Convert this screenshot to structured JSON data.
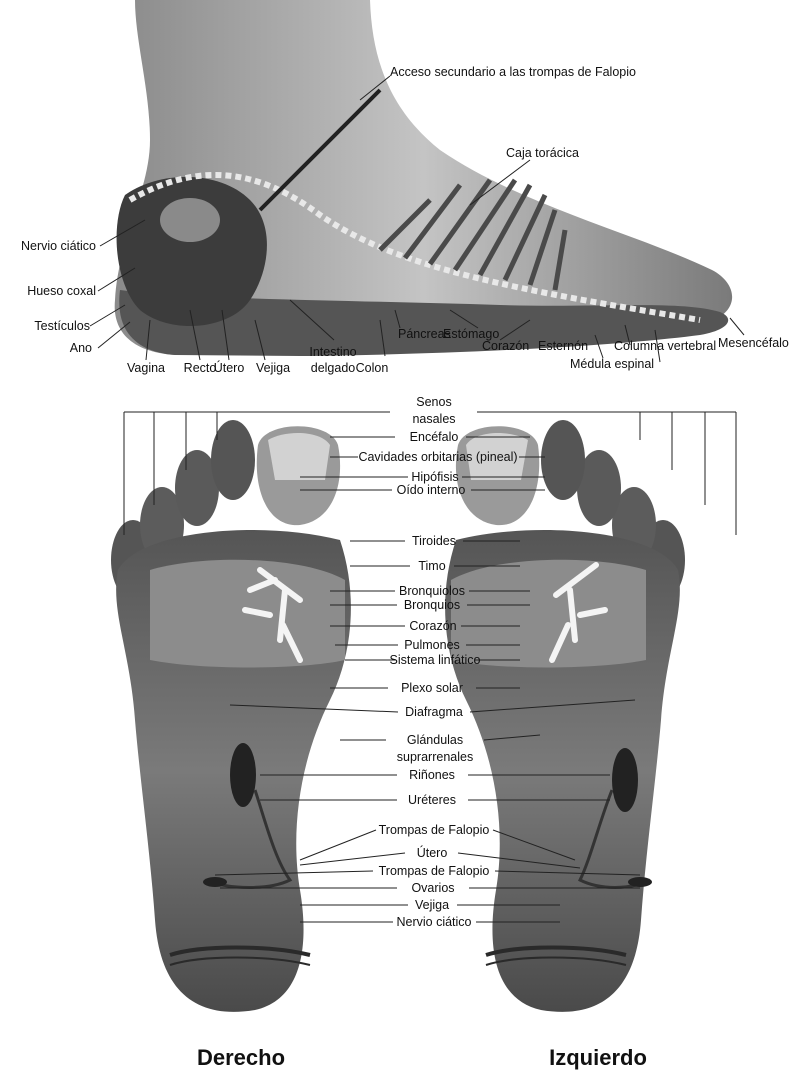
{
  "side_view": {
    "labels": {
      "acceso": "Acceso secundario a las trompas de Falopio",
      "caja": "Caja torácica",
      "nervio": "Nervio ciático",
      "hueso": "Hueso coxal",
      "testiculos": "Testículos",
      "ano": "Ano",
      "vagina": "Vagina",
      "recto": "Recto",
      "utero": "Útero",
      "vejiga": "Vejiga",
      "intestino_1": "Intestino",
      "intestino_2": "delgado",
      "colon": "Colon",
      "pancreas": "Páncreas",
      "estomago": "Estómago",
      "corazon": "Corazón",
      "esternon": "Esternón",
      "columna": "Columna vertebral",
      "medula": "Médula espinal",
      "mesencefalo": "Mesencéfalo"
    }
  },
  "sole_view": {
    "labels": {
      "senos_1": "Senos",
      "senos_2": "nasales",
      "encefalo": "Encéfalo",
      "cavidades": "Cavidades orbitarias (pineal)",
      "hipofisis": "Hipófisis",
      "oido": "Oído interno",
      "tiroides": "Tiroides",
      "timo": "Timo",
      "bronquiolos": "Bronquiolos",
      "bronquios": "Bronquios",
      "corazon": "Corazón",
      "pulmones": "Pulmones",
      "linfatico": "Sistema linfático",
      "plexo": "Plexo solar",
      "diafragma": "Diafragma",
      "glandulas_1": "Glándulas",
      "glandulas_2": "suprarrenales",
      "rinones": "Riñones",
      "ureteres": "Uréteres",
      "trompas_1": "Trompas de Falopio",
      "utero": "Útero",
      "trompas_2": "Trompas de Falopio",
      "ovarios": "Ovarios",
      "vejiga": "Vejiga",
      "nervio": "Nervio ciático"
    },
    "captions": {
      "right": "Derecho",
      "left": "Izquierdo"
    }
  },
  "colors": {
    "skin_dark": "#3a3a3a",
    "skin_mid": "#6b6b6b",
    "skin_light": "#a8a8a8",
    "nerve_white": "#f2f2f2"
  }
}
